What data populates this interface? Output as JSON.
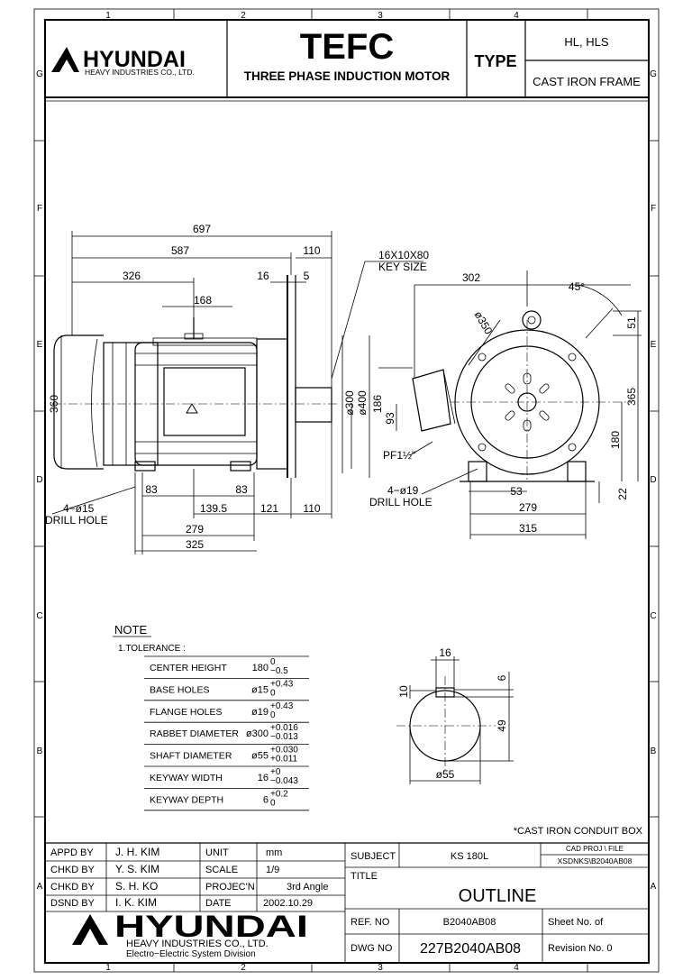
{
  "border": {
    "col_marks": [
      "1",
      "2",
      "3",
      "4"
    ],
    "row_marks": [
      "G",
      "F",
      "E",
      "D",
      "C",
      "B",
      "A"
    ]
  },
  "header": {
    "brand": "HYUNDAI",
    "brand_sub": "HEAVY INDUSTRIES CO., LTD.",
    "product": "TEFC",
    "product_sub": "THREE PHASE INDUCTION MOTOR",
    "type_label": "TYPE",
    "type_value": "HL, HLS",
    "frame": "CAST IRON FRAME"
  },
  "side_view": {
    "d697": "697",
    "d587": "587",
    "d110a": "110",
    "d326": "326",
    "d16": "16",
    "d5": "5",
    "d168": "168",
    "d360": "360",
    "d300": "ø300",
    "d400": "ø400",
    "d186": "186",
    "d83a": "83",
    "d83b": "83",
    "d1395": "139.5",
    "d121": "121",
    "d110b": "110",
    "d279": "279",
    "d325": "325",
    "hole_label": "4−ø15",
    "hole_sub": "DRILL HOLE",
    "key_size": "16X10X80",
    "key_label": "KEY SIZE"
  },
  "end_view": {
    "d302": "302",
    "d45": "45°",
    "d350": "ø350",
    "d51": "51",
    "d365": "365",
    "d93": "93",
    "d180": "180",
    "d22": "22",
    "d53": "53",
    "d279": "279",
    "d315": "315",
    "pf": "PF1½\"",
    "hole_label": "4−ø19",
    "hole_sub": "DRILL HOLE"
  },
  "note": {
    "title": "NOTE",
    "subtitle": "1.TOLERANCE :",
    "rows": [
      {
        "label": "CENTER HEIGHT",
        "value": "180",
        "up": "0",
        "dn": "−0.5"
      },
      {
        "label": "BASE HOLES",
        "value": "ø15",
        "up": "+0.43",
        "dn": "0"
      },
      {
        "label": "FLANGE HOLES",
        "value": "ø19",
        "up": "+0.43",
        "dn": "0"
      },
      {
        "label": "RABBET DIAMETER",
        "value": "ø300",
        "up": "+0.016",
        "dn": "−0.013"
      },
      {
        "label": "SHAFT DIAMETER",
        "value": "ø55",
        "up": "+0.030",
        "dn": "+0.011"
      },
      {
        "label": "KEYWAY WIDTH",
        "value": "16",
        "up": "+0",
        "dn": "−0.043"
      },
      {
        "label": "KEYWAY DEPTH",
        "value": "6",
        "up": "+0.2",
        "dn": "0"
      }
    ]
  },
  "shaft": {
    "d16": "16",
    "d6": "6",
    "d10": "10",
    "d49": "49",
    "d55": "ø55"
  },
  "cast_note": "*CAST IRON CONDUIT BOX",
  "title_block": {
    "appd_label": "APPD BY",
    "appd": "J. H. KIM",
    "chkd1_label": "CHKD BY",
    "chkd1": "Y. S. KIM",
    "chkd2_label": "CHKD BY",
    "chkd2": "S. H. KO",
    "dsnd_label": "DSND BY",
    "dsnd": "I. K. KIM",
    "unit_label": "UNIT",
    "unit": "mm",
    "scale_label": "SCALE",
    "scale": "1/9",
    "proj_label": "PROJEC'N",
    "proj": "3rd Angle",
    "date_label": "DATE",
    "date": "2002.10.29",
    "subject_label": "SUBJECT",
    "subject": "KS 180L",
    "cad_head": "CAD PROJ   \\  FILE",
    "cad_value": "XSDNKS\\B2040AB08",
    "title_label": "TITLE",
    "title": "OUTLINE",
    "ref_label": "REF. NO",
    "ref": "B2040AB08",
    "sheet": "Sheet No.    of",
    "dwg_label": "DWG NO",
    "dwg": "227B2040AB08",
    "revision": "Revision No.   0",
    "brand": "HYUNDAI",
    "brand_sub1": "HEAVY INDUSTRIES CO., LTD.",
    "brand_sub2": "Electro−Electric System Division"
  }
}
